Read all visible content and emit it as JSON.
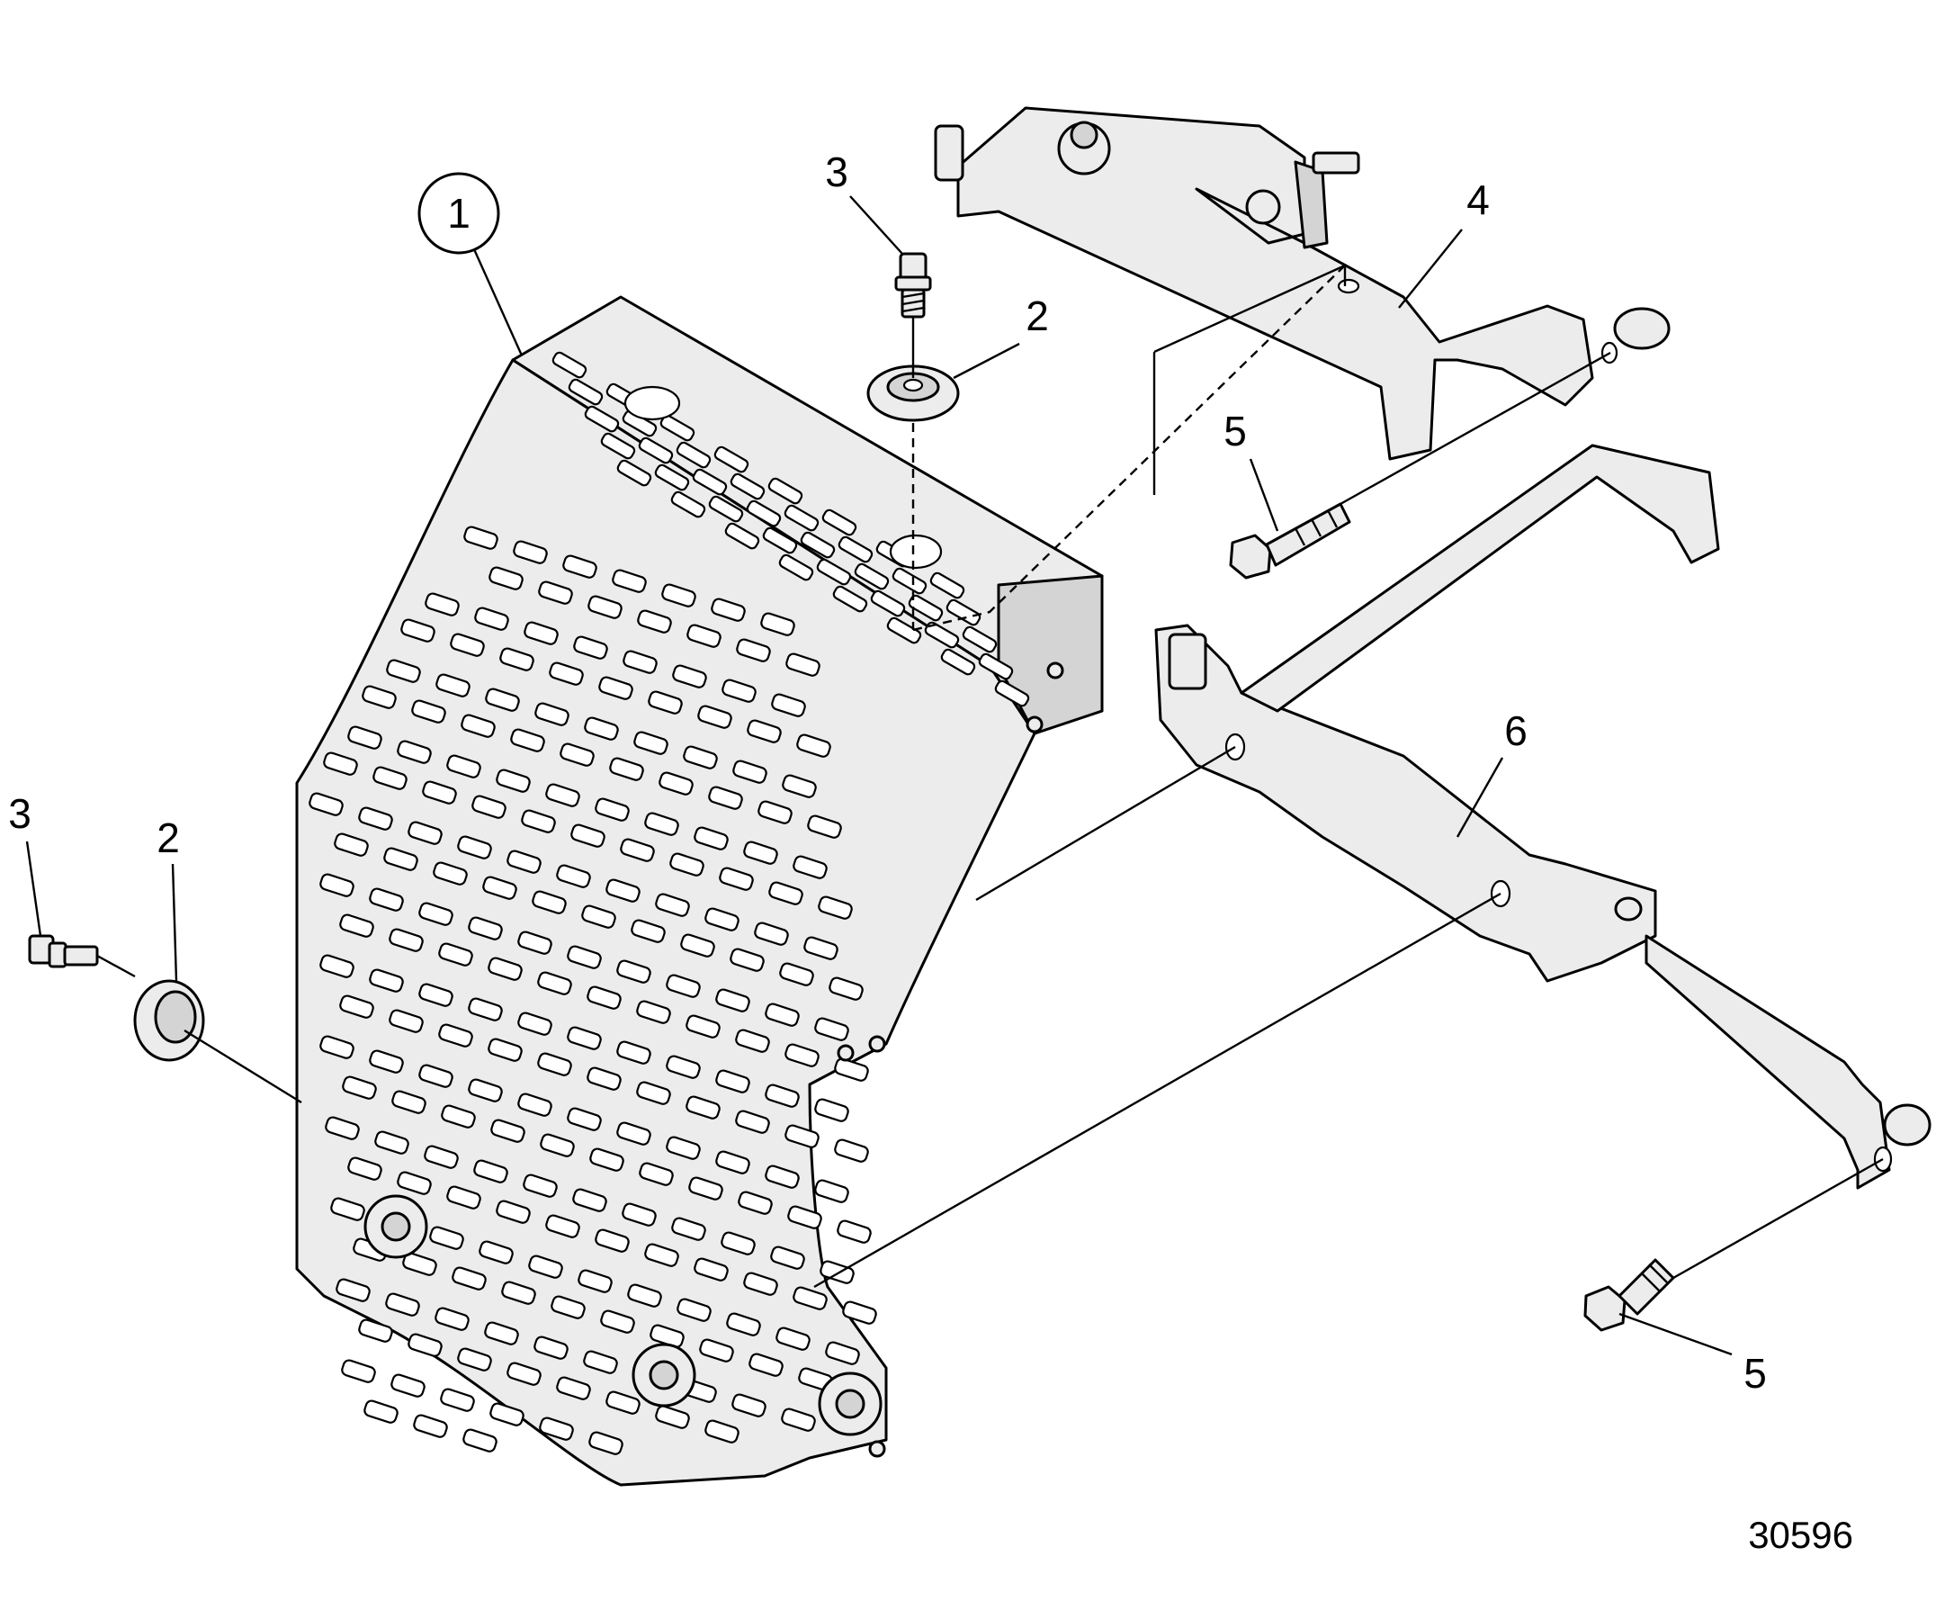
{
  "diagram": {
    "callouts": {
      "grille": "1",
      "washer_top": "2",
      "washer_left": "2",
      "bolt_top": "3",
      "bolt_left": "3",
      "upper_bracket": "4",
      "screw_middle": "5",
      "screw_bottom": "5",
      "lower_bracket": "6"
    },
    "document_number": "30596"
  }
}
